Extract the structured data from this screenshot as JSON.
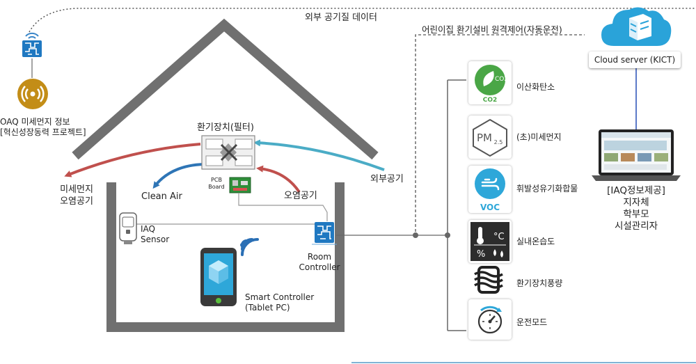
{
  "top_label": "외부 공기질 데이터",
  "remote_label": "어린이집 환기설비 원격제어(자동운전)",
  "oaq": {
    "line1": "OAQ 미세먼지 정보",
    "line2": "[혁신성장동력 프로젝트]"
  },
  "ventilator_label": "환기장치(필터)",
  "pcb": {
    "line1": "PCB",
    "line2": "Board"
  },
  "outdoor_air_label": "외부공기",
  "polluted_air_label": "오염공기",
  "clean_air_label": "Clean Air",
  "dust_exhaust": {
    "line1": "미세먼지",
    "line2": "오염공기"
  },
  "iaq_sensor": {
    "line1": "IAQ",
    "line2": "Sensor"
  },
  "room_controller": {
    "line1": "Room",
    "line2": "Controller"
  },
  "smart_controller": {
    "line1": "Smart Controller",
    "line2": "(Tablet PC)"
  },
  "cloud_server_label": "Cloud server (KICT)",
  "info_provide": {
    "line1": "[IAQ정보제공]",
    "line2": "지자체",
    "line3": "학부모",
    "line4": "시설관리자"
  },
  "sensors": [
    {
      "label": "이산화탄소",
      "icon_text": "CO2",
      "icon": "co2-icon"
    },
    {
      "label": "(초)미세먼지",
      "icon_text": "PM",
      "icon_sub": "2.5",
      "icon": "pm25-icon"
    },
    {
      "label": "휘발성유기화합물",
      "icon_text": "VOC",
      "icon": "voc-icon"
    },
    {
      "label": "실내온습도",
      "icon_text": "°C",
      "icon_sub": "%",
      "icon": "thermometer-icon"
    },
    {
      "label": "환기장치풍량",
      "icon": "airflow-icon"
    },
    {
      "label": "운전모드",
      "icon": "dial-icon"
    }
  ],
  "colors": {
    "house": "#707070",
    "red_arrow": "#c0504d",
    "blue_arrow": "#2e75b6",
    "teal_arrow": "#4bacc6",
    "green": "#4aa646",
    "cloud": "#2aa3d9"
  }
}
